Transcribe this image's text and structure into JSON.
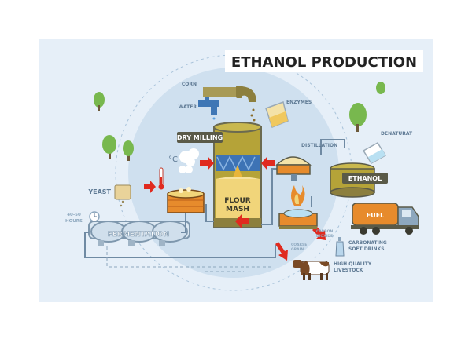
{
  "title": "ETHANOL PRODUCTION",
  "labels": {
    "corn": "CORN",
    "water": "WATER",
    "enzymes": "ENZYMES",
    "dry_milling": "DRY MILLING",
    "flour_mash_1": "FLOUR",
    "flour_mash_2": "MASH",
    "distillation": "DISTILLATION",
    "denaturat": "DENATURAT",
    "ethanol": "ETHANOL",
    "fuel": "FUEL",
    "yeast": "YEAST",
    "hours_1": "40-50",
    "hours_2": "HOURS",
    "fermentation": "FERMENTATION",
    "temp_unit": "°C",
    "carbon_dioxide_1": "CARBON",
    "carbon_dioxide_2": "DIOXIDE",
    "coarse_grain_1": "COARSE",
    "coarse_grain_2": "GRAIN",
    "carbonating_1": "CARBONATING",
    "carbonating_2": "SOFT DRINKS",
    "livestock_1": "HIGH QUALITY",
    "livestock_2": "LIVESTOCK"
  },
  "colors": {
    "panel": "#e6eff8",
    "circle": "#c9dced",
    "tag_dark": "#5a5a48",
    "tag_text": "#ffffff",
    "label_blue": "#5f7a94",
    "arrow_red": "#e02a1f",
    "tank_olive": "#b5a338",
    "mash_yellow": "#f1d57a",
    "orange": "#e78b2c",
    "pipe": "#6f8aa3"
  }
}
